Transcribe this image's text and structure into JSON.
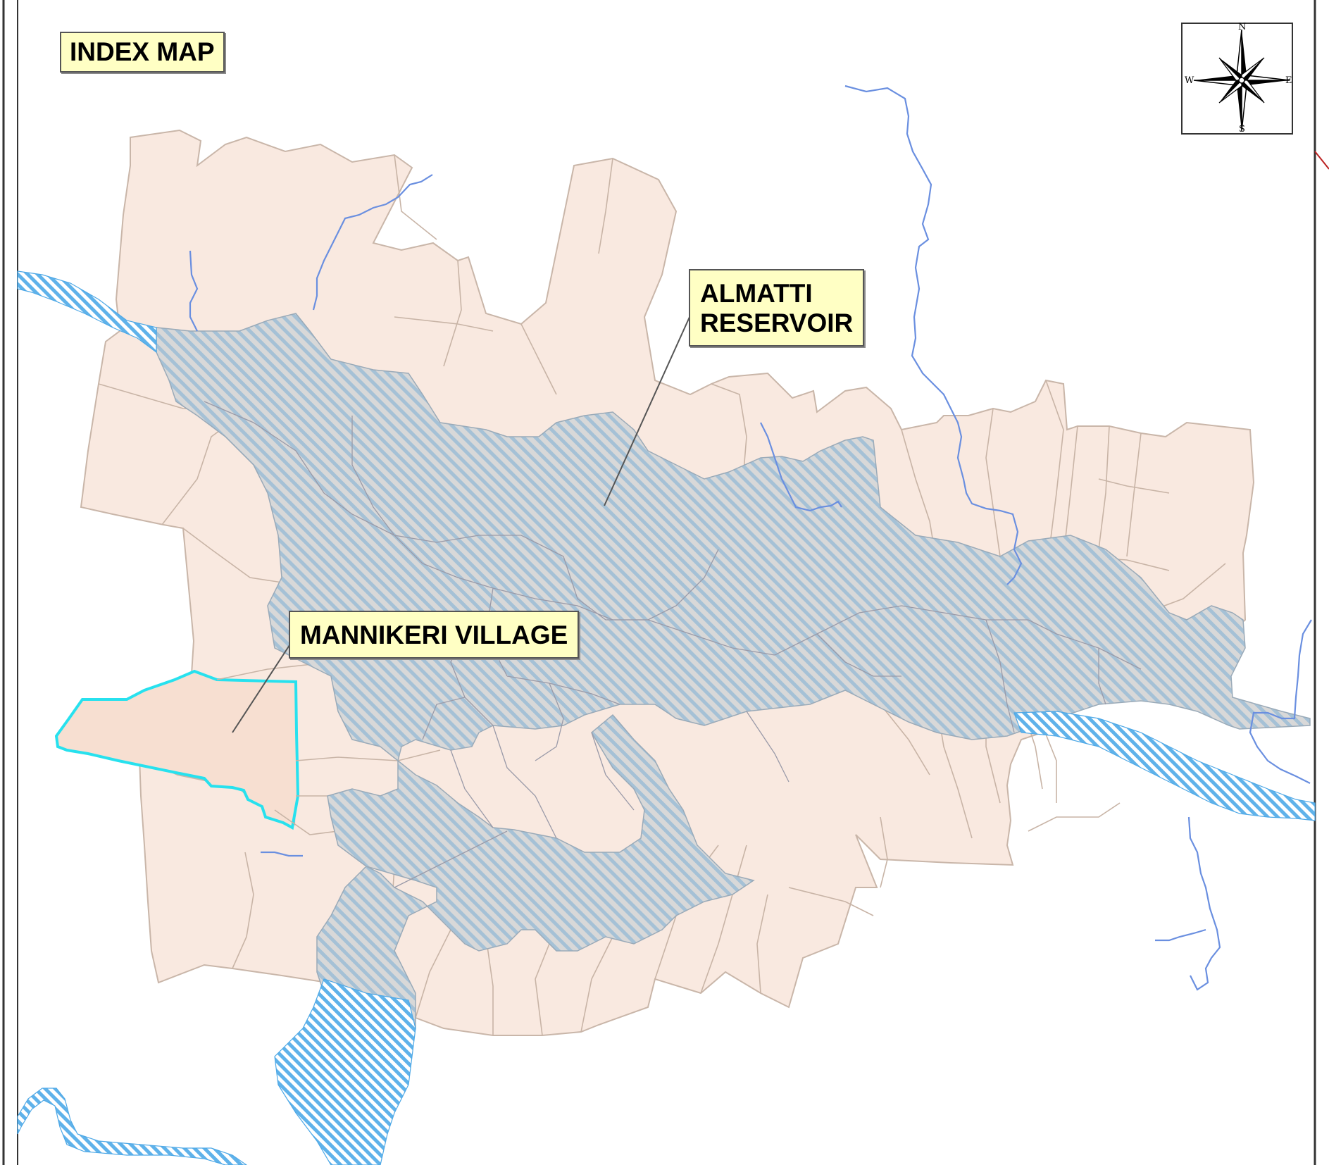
{
  "title": "INDEX MAP",
  "labels": {
    "reservoir_line1": "ALMATTI",
    "reservoir_line2": "RESERVOIR",
    "village": "MANNIKERI VILLAGE"
  },
  "compass": {
    "north": "N",
    "south": "S",
    "east": "E",
    "west": "W"
  },
  "colors": {
    "village_fill": "#f9e9e0",
    "village_border": "#c9b6a9",
    "highlight_fill": "#f7dfd1",
    "highlight_border": "#27e1ee",
    "reservoir_stripe": "#8fb6d6",
    "river_stripe": "#4ea8e6",
    "label_bg": "#ffffc4"
  }
}
